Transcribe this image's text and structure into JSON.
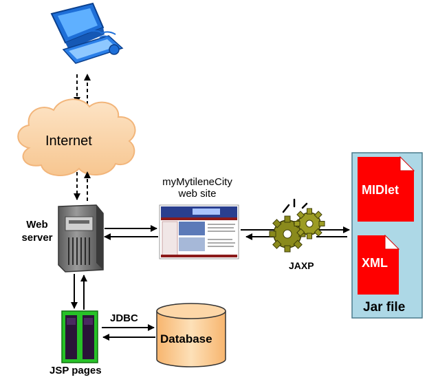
{
  "nodes": {
    "internet": {
      "label": "Internet",
      "fill": "#f9d6ad",
      "stroke": "#f2b57a"
    },
    "web_server": {
      "label_line1": "Web",
      "label_line2": "server"
    },
    "website": {
      "label_line1": "myMytileneCity",
      "label_line2": "web site"
    },
    "jaxp": {
      "label": "JAXP",
      "gear_color": "#8a8a1c"
    },
    "jar_file": {
      "label": "Jar file",
      "fill": "#add8e6",
      "items": [
        {
          "label": "MIDlet",
          "fill": "#ff0000"
        },
        {
          "label": "XML",
          "fill": "#ff0000"
        }
      ]
    },
    "jdbc": {
      "label": "JDBC"
    },
    "database": {
      "label": "Database",
      "fill": "#fcca8e"
    },
    "jsp_pages": {
      "label": "JSP pages"
    }
  },
  "colors": {
    "arrow": "#000000",
    "computer_blue": "#1e6fd8",
    "server_gray": "#7a7a7a",
    "jsp_green": "#27c227",
    "site_red": "#8b1a1a"
  }
}
